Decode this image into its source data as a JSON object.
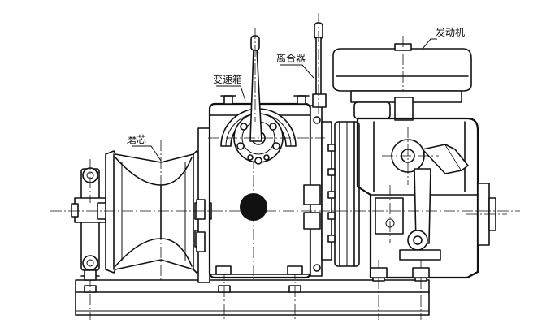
{
  "labels": {
    "capstan": "磨芯",
    "gearbox": "变速箱",
    "clutch": "离合器",
    "engine": "发动机"
  },
  "colors": {
    "line": "#111111",
    "background": "#ffffff"
  }
}
